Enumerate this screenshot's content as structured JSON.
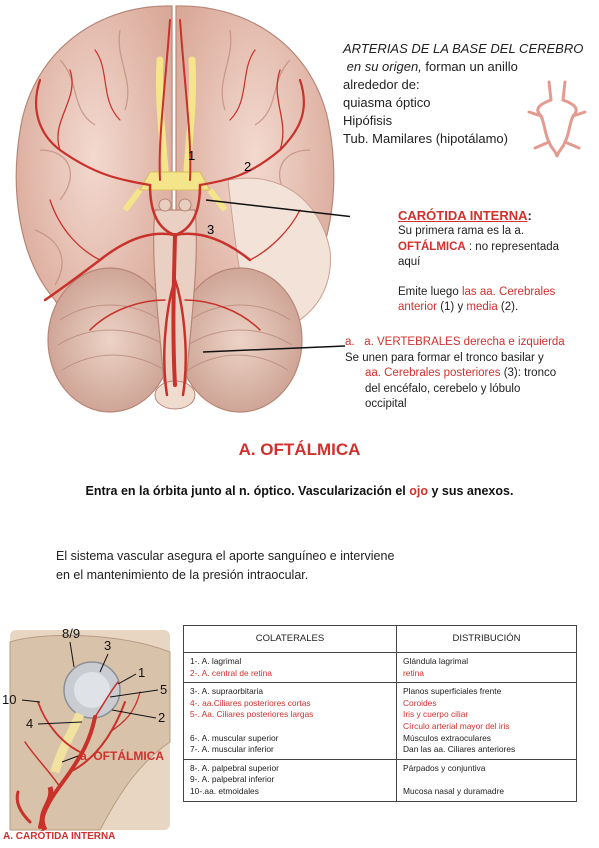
{
  "top_notes": {
    "line1": "ARTERIAS DE LA BASE DEL CEREBRO",
    "line2_italic": "en su origen,",
    "line2_rest": " forman un anillo",
    "line3": "alrededor de:",
    "list": [
      "quiasma óptico",
      "Hipófisis",
      "Tub. Mamilares (hipotálamo)"
    ]
  },
  "brain_labels": {
    "n1": "1",
    "n2": "2",
    "n3": "3"
  },
  "carotid": {
    "title": "CARÓTIDA INTERNA",
    "title_suffix": ":",
    "line1": "Su primera rama es la a.",
    "oft": "OFTÁLMICA",
    "line2_rest": " : no representada",
    "line3": "aquí",
    "emite_pre": "Emite luego ",
    "emite_red": "las aa. Cerebrales anterior",
    "emite_mid": " (1) y ",
    "media_red": "media",
    "emite_end": " (2)."
  },
  "vertebral": {
    "bullet": "a.",
    "title": "a. VERTEBRALES derecha e izquierda",
    "line1": "Se unen para formar el tronco basilar y",
    "post_red": "aa. Cerebrales posteriores",
    "post_rest": " (3): tronco",
    "line3": "del encéfalo, cerebelo y lóbulo",
    "line4": "occipital"
  },
  "oftalmica": {
    "heading": "A. OFTÁLMICA",
    "sub_pre": "Entra en la órbita junto al n. óptico. Vascularización el ",
    "sub_red": "ojo",
    "sub_post": " y sus anexos."
  },
  "vascular_text": {
    "line1": "El sistema vascular asegura el aporte sanguíneo e interviene",
    "line2": "en el mantenimiento de la presión intraocular."
  },
  "orbit_labels": {
    "n89": "8/9",
    "n3": "3",
    "n1": "1",
    "n10": "10",
    "n5": "5",
    "n4": "4",
    "n2": "2",
    "oft": "a. OFTÁLMICA",
    "car": "A. CARÓTIDA INTERNA"
  },
  "table": {
    "headers": [
      "COLATERALES",
      "DISTRIBUCIÓN"
    ],
    "groups": [
      {
        "rows": [
          {
            "c": "1-. A. lagrimal",
            "d": "Glándula lagrimal",
            "red": false
          },
          {
            "c": "2-. A. central de retina",
            "d": "retina",
            "red": true
          }
        ]
      },
      {
        "rows": [
          {
            "c": "3-. A. supraorbitaria",
            "d": "Planos superficiales  frente",
            "red": false
          },
          {
            "c": "4-. aa.Ciliares posteriores cortas",
            "d": "Coroides",
            "red": true
          },
          {
            "c": "5-. Aa. Ciliares posteriores largas",
            "d": "Iris y cuerpo ciliar",
            "red": true
          },
          {
            "c": "",
            "d": "Círculo arterial mayor del iris",
            "red": true
          },
          {
            "c": "6-. A. muscular superior",
            "d": "Músculos extraoculares",
            "red": false
          },
          {
            "c": "7-. A. muscular inferior",
            "d": "Dan las aa. Ciliares anteriores",
            "red": false
          }
        ]
      },
      {
        "rows": [
          {
            "c": "8-. A. palpebral superior",
            "d": "Párpados y conjuntiva",
            "red": false
          },
          {
            "c": "9-. A. palpebral inferior",
            "d": "",
            "red": false
          },
          {
            "c": "10-.aa. etmoidales",
            "d": "Mucosa nasal y duramadre",
            "red": false
          }
        ]
      }
    ]
  },
  "colors": {
    "accent_red": "#d0312d",
    "artery": "#c8322b",
    "brain": "#e9c6b8",
    "nerve": "#f4e58a"
  }
}
